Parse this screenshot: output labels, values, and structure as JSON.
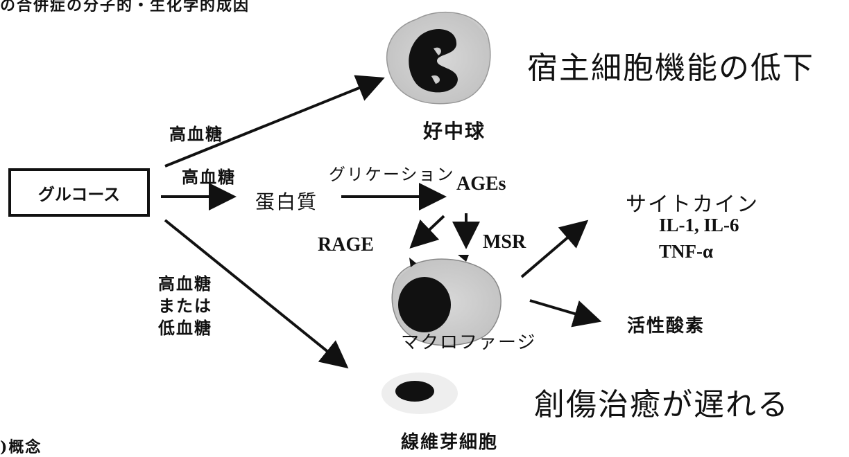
{
  "header_fragment": "の合併症の分子的・生化学的成因",
  "nodes": {
    "glucose": "グルコース",
    "protein": "蛋白質",
    "ages": "AGEs",
    "rage": "RAGE",
    "msr": "MSR",
    "neutrophil": "好中球",
    "macrophage": "マクロファージ",
    "fibroblast": "線維芽細胞",
    "cytokine": "サイトカイン",
    "cytokine_items_1": "IL-1, IL-6",
    "cytokine_items_2": "TNF-α",
    "ros": "活性酸素"
  },
  "edge_labels": {
    "to_neutrophil": "高血糖",
    "to_protein": "高血糖",
    "glycation": "グリケーション",
    "to_fibroblast_1": "高血糖",
    "to_fibroblast_2": "または",
    "to_fibroblast_3": "低血糖"
  },
  "outcomes": {
    "host_function": "宿主細胞機能の低下",
    "wound_healing": "創傷治癒が遅れる"
  },
  "footer_fragment": ")概念"
}
